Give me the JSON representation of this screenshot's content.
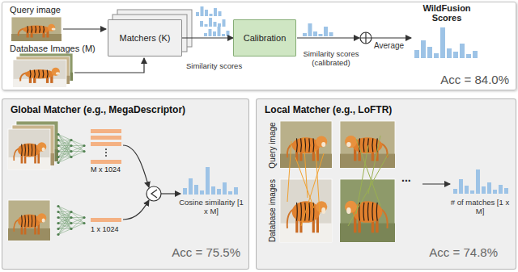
{
  "diagram": {
    "nodes": [
      {
        "text": [
          "Acc = 84.0%"
        ]
      },
      {
        "text": [
          "Matchers (K)"
        ],
        "in": 0
      },
      {
        "text": [
          "Calibration"
        ],
        "in": 0
      },
      {
        "text": [
          "Global Matcher (e.g., MegaDescriptor)",
          "Acc = 75.5%"
        ]
      },
      {
        "text": [
          "Local Matcher (e.g., LoFTR)",
          "Acc = 74.8%"
        ]
      }
    ],
    "edges": [
      {
        "from": 1,
        "to": 2,
        "arrow": "to"
      }
    ],
    "labels": [
      "Query image",
      "Database Images (M)",
      "Similarity scores",
      "Similarity scores (calibrated)",
      "Average",
      "WildFusion Scores",
      "M x 1024",
      "1 x 1024",
      "Cosine similarity [1 x M]",
      "Query image",
      "Database images",
      "...",
      "# of matches [1 x M]"
    ]
  }
}
